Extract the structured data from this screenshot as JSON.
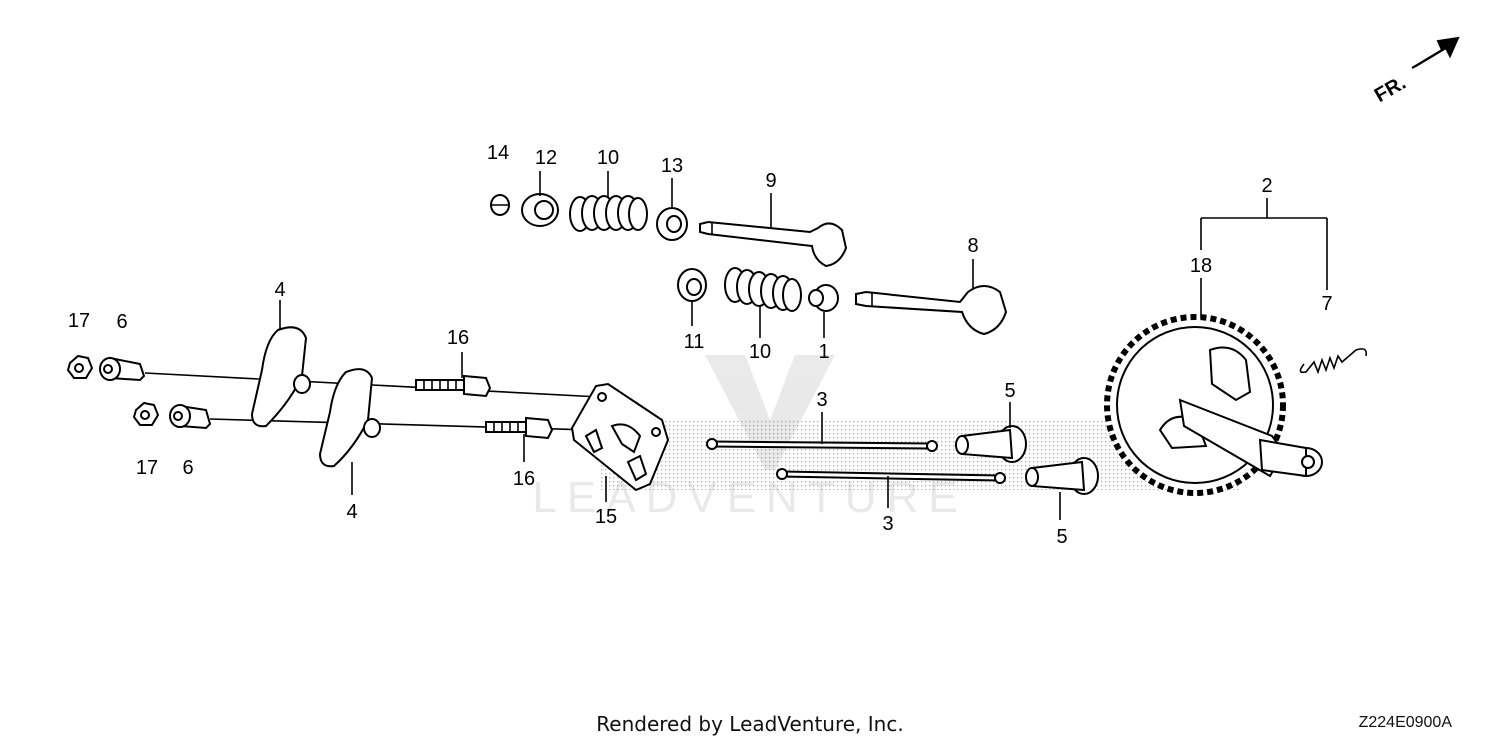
{
  "diagram": {
    "fr_arrow_label": "FR.",
    "callouts": {
      "c14": "14",
      "c12": "12",
      "c10a": "10",
      "c13": "13",
      "c9": "9",
      "c8": "8",
      "c11": "11",
      "c10b": "10",
      "c1": "1",
      "c2": "2",
      "c18": "18",
      "c7": "7",
      "c17a": "17",
      "c6a": "6",
      "c4a": "4",
      "c16a": "16",
      "c17b": "17",
      "c6b": "6",
      "c4b": "4",
      "c16b": "16",
      "c15": "15",
      "c3a": "3",
      "c3b": "3",
      "c5a": "5",
      "c5b": "5"
    },
    "watermark": "LEADVENTURE"
  },
  "footer": {
    "rendered_by": "Rendered by LeadVenture, Inc.",
    "diagram_code": "Z224E0900A"
  }
}
